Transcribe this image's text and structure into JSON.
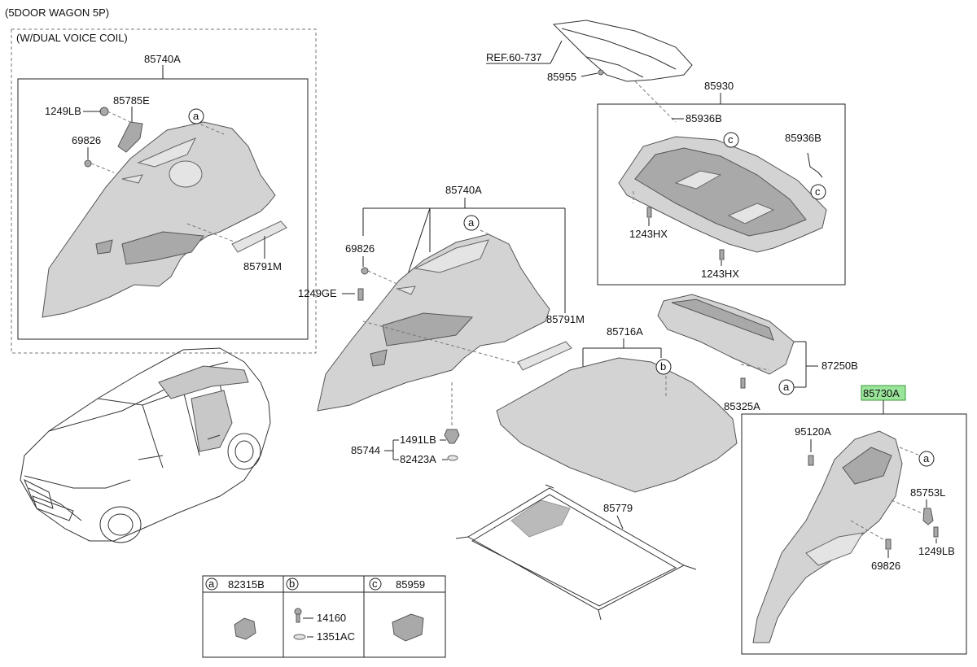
{
  "header": {
    "variant": "(5DOOR WAGON 5P)",
    "subgroup": "(W/DUAL VOICE COIL)"
  },
  "ref_label": "REF.60-737",
  "callouts": {
    "p85740A_top": "85740A",
    "p1249LB_left": "1249LB",
    "p85785E": "85785E",
    "p69826_left": "69826",
    "p85791M_left": "85791M",
    "p85740A_mid": "85740A",
    "p69826_mid": "69826",
    "p1249GE": "1249GE",
    "p85791M_mid": "85791M",
    "p85744": "85744",
    "p1491LB": "1491LB",
    "p82423A": "82423A",
    "p85955": "85955",
    "p85930": "85930",
    "p85936B_a": "85936B",
    "p85936B_b": "85936B",
    "p1243HX_a": "1243HX",
    "p1243HX_b": "1243HX",
    "p85716A": "85716A",
    "p87250B": "87250B",
    "p85325A": "85325A",
    "p85730A": "85730A",
    "p95120A": "95120A",
    "p85753L": "85753L",
    "p1249LB_right": "1249LB",
    "p69826_right": "69826",
    "p85779": "85779"
  },
  "markers": {
    "a": "a",
    "b": "b",
    "c": "c"
  },
  "legend": {
    "a": {
      "letter": "a",
      "part": "82315B"
    },
    "b": {
      "letter": "b",
      "part": "",
      "items": [
        "14160",
        "1351AC"
      ]
    },
    "c": {
      "letter": "c",
      "part": "85959"
    }
  },
  "highlight_color": "#9be59b"
}
